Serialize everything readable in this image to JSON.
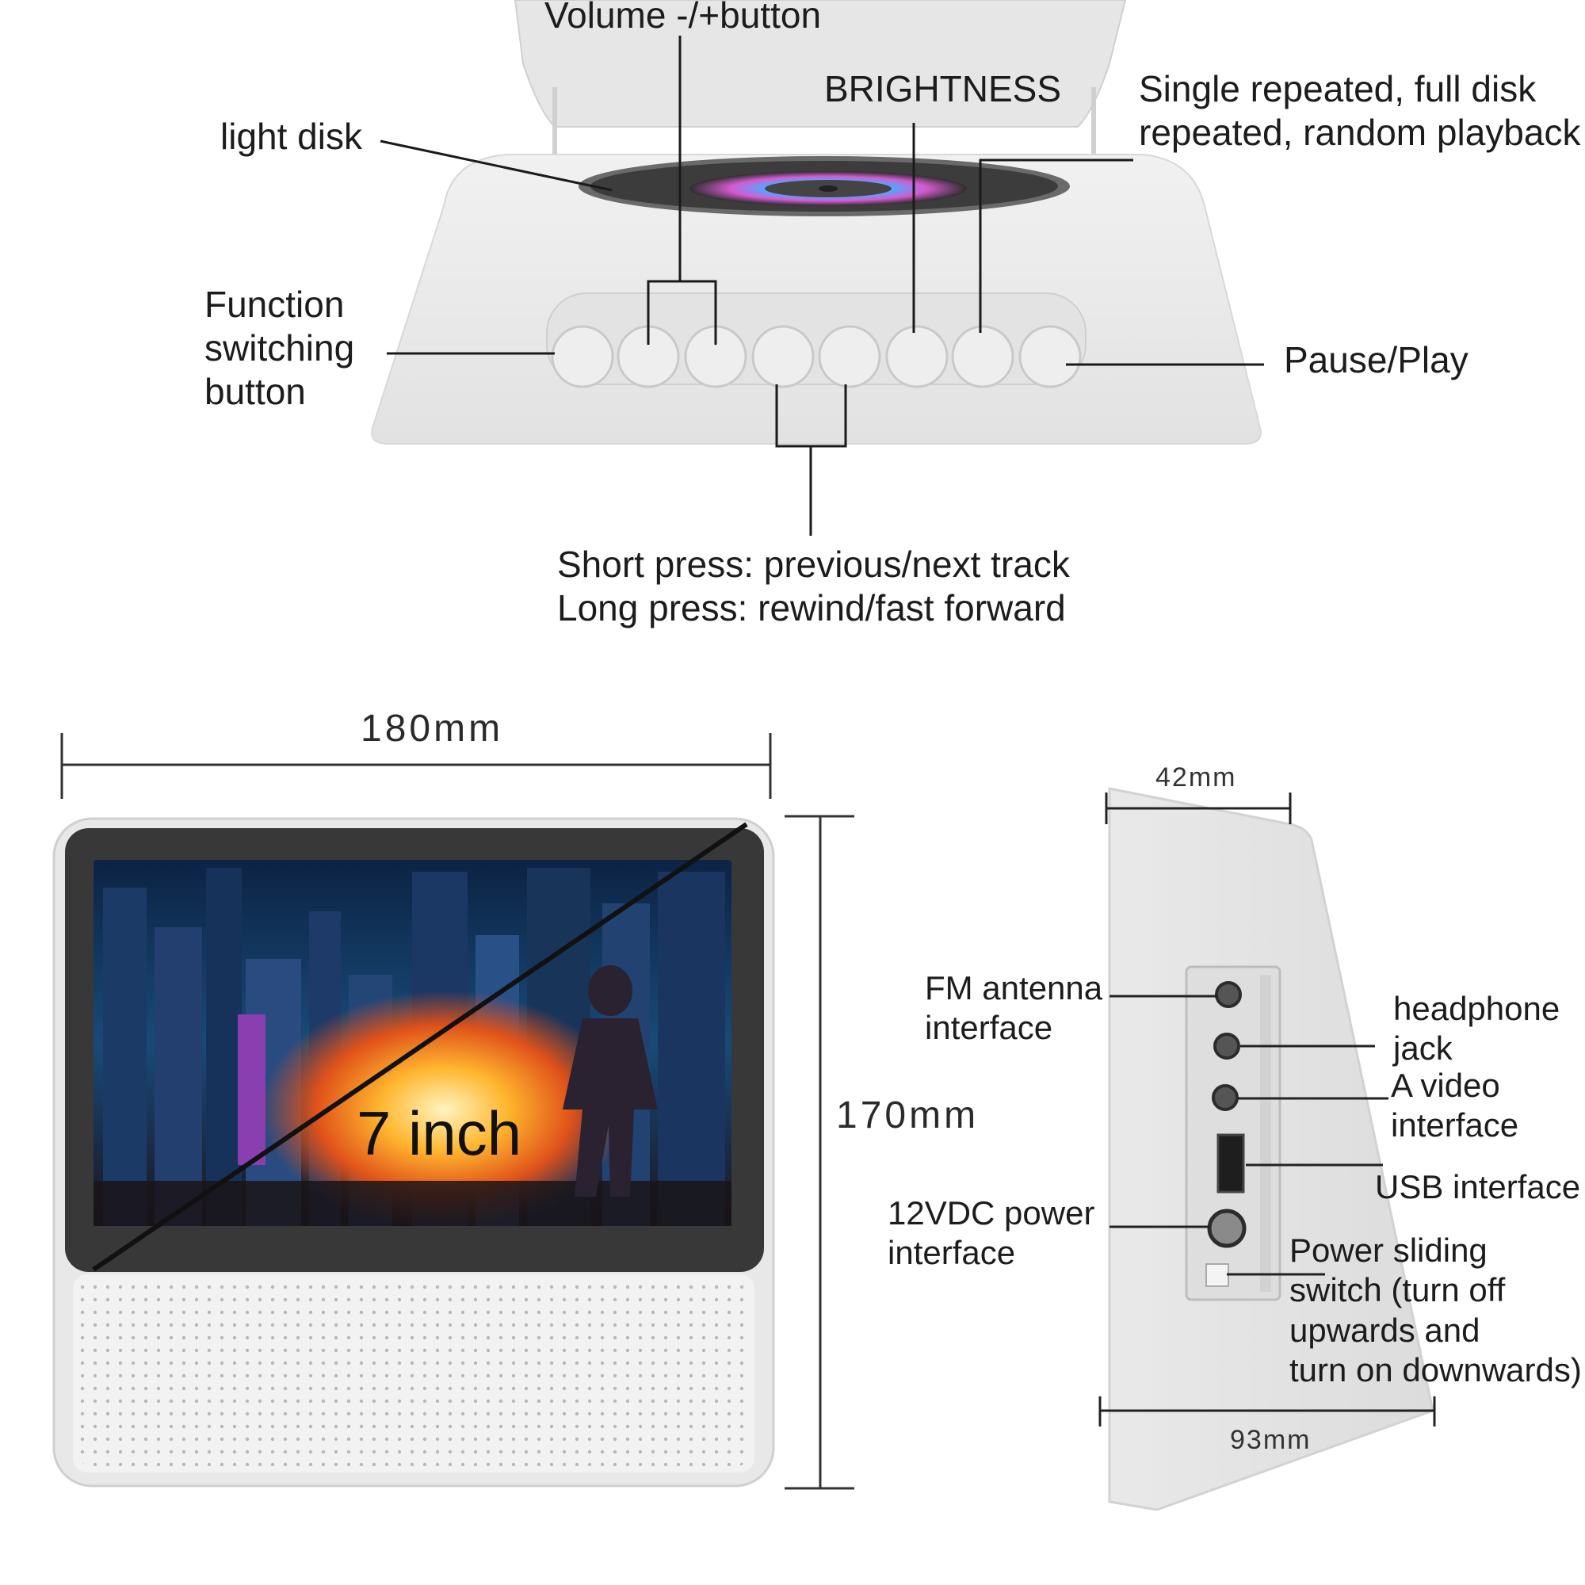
{
  "top_view": {
    "labels": {
      "volume": "Volume -/+button",
      "brightness": "BRIGHTNESS",
      "repeat_modes": "Single repeated, full disk\nrepeated, random playback",
      "light_disk": "light disk",
      "function_switch": "Function\nswitching\nbutton",
      "pause_play": "Pause/Play",
      "track_control": "Short press: previous/next track\nLong press: rewind/fast forward"
    }
  },
  "front_view": {
    "width_label": "180mm",
    "height_label": "170mm",
    "screen_label": "7 inch"
  },
  "side_view": {
    "depth_top_label": "42mm",
    "depth_bottom_label": "93mm",
    "labels": {
      "fm_antenna": "FM antenna\ninterface",
      "headphone": "headphone\njack",
      "av": "A video\ninterface",
      "usb": "USB interface",
      "power_dc": "12VDC power\ninterface",
      "power_switch": "Power sliding\nswitch (turn off\nupwards and\nturn on downwards)"
    }
  },
  "colors": {
    "device_body": "#ececec",
    "device_shadow": "#d6d6d6",
    "bezel": "#3a3a3a",
    "line": "#1a1a1a"
  }
}
